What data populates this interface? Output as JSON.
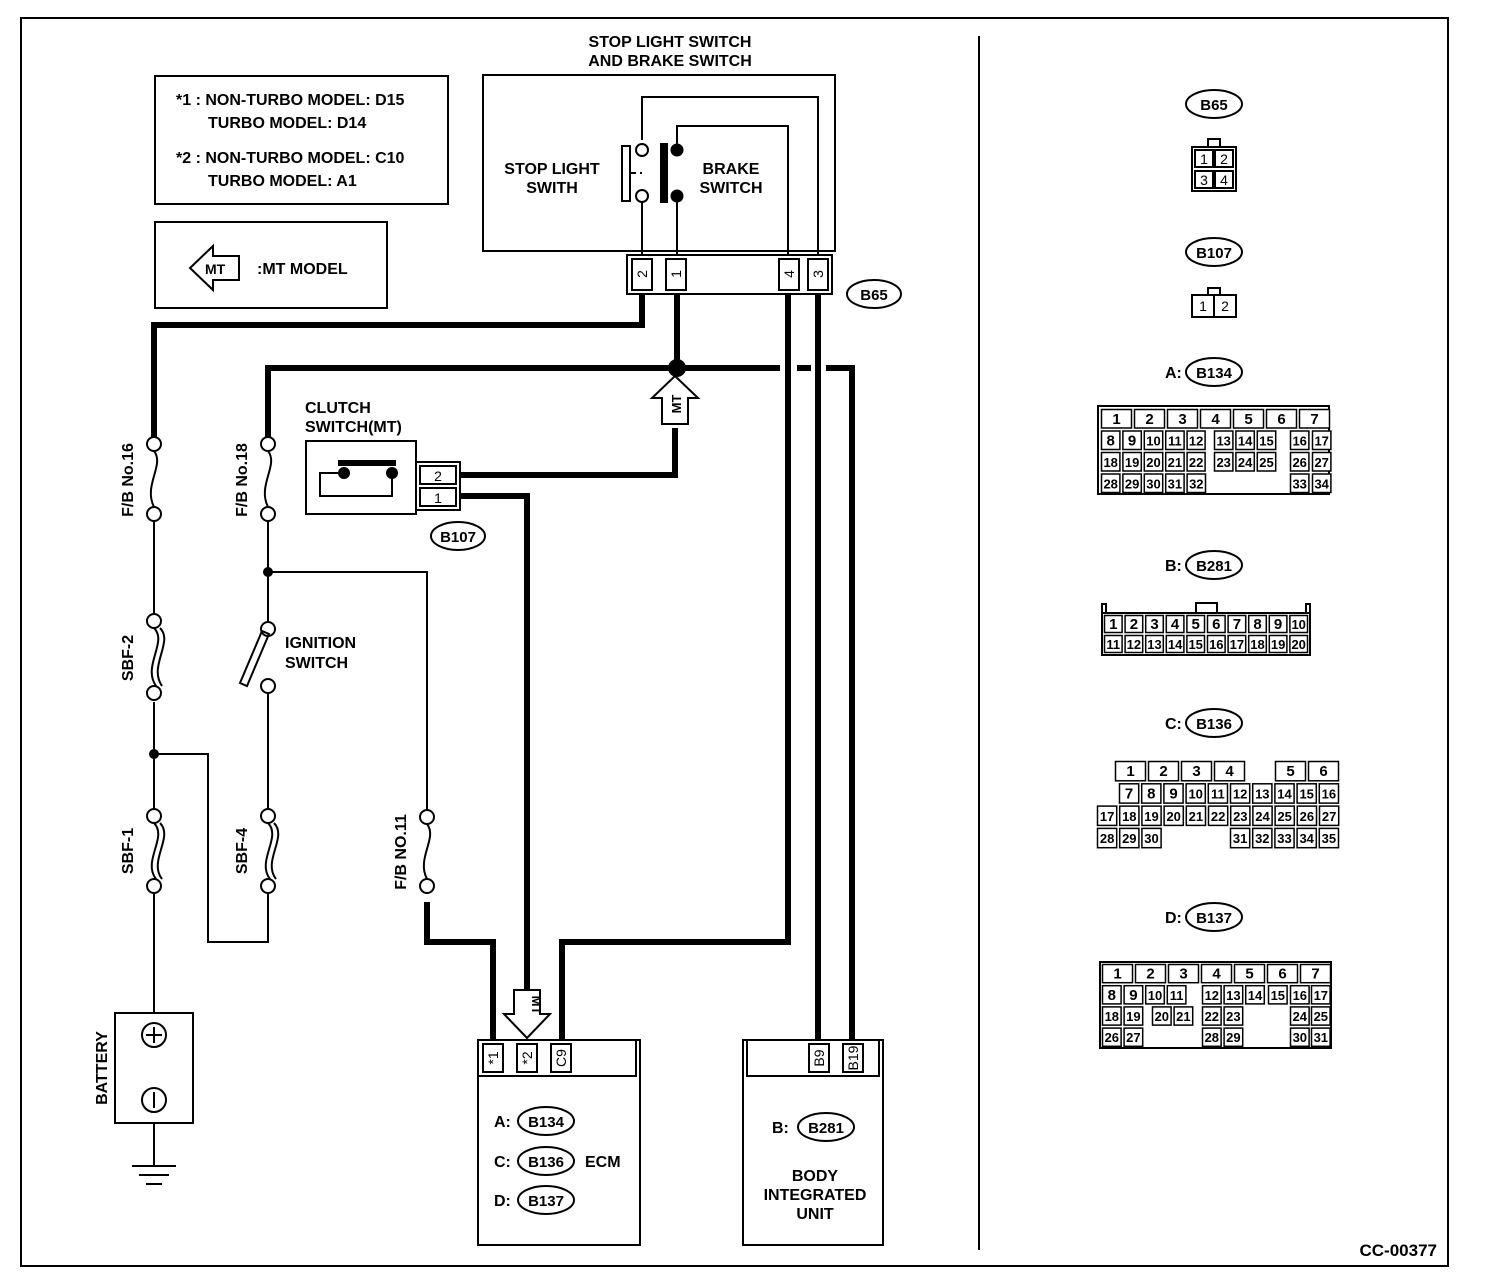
{
  "notes": {
    "line1": "*1 : NON-TURBO MODEL: D15",
    "line2": "TURBO MODEL: D14",
    "line3": "*2 : NON-TURBO MODEL: C10",
    "line4": "TURBO MODEL: A1"
  },
  "mt_legend": {
    "arrow_text": "MT",
    "label": ":MT MODEL"
  },
  "stop_switch": {
    "title1": "STOP LIGHT SWITCH",
    "title2": "AND BRAKE SWITCH",
    "stop1": "STOP LIGHT",
    "stop2": "SWITH",
    "brake1": "BRAKE",
    "brake2": "SWITCH",
    "pins": [
      "2",
      "1",
      "4",
      "3"
    ],
    "connector": "B65"
  },
  "clutch": {
    "title1": "CLUTCH",
    "title2": "SWITCH(MT)",
    "pins": [
      "2",
      "1"
    ],
    "connector": "B107"
  },
  "fuses": {
    "fb16": "F/B  No.16",
    "fb18": "F/B  No.18",
    "fb11": "F/B  NO.11",
    "sbf2": "SBF-2",
    "sbf1": "SBF-1",
    "sbf4": "SBF-4"
  },
  "ignition": {
    "line1": "IGNITION",
    "line2": "SWITCH"
  },
  "battery": {
    "label": "BATTERY",
    "plus": "+",
    "minus": "−"
  },
  "mt_arrows": [
    "MT",
    "MT"
  ],
  "ecm": {
    "pins": [
      "*1",
      "*2",
      "C9"
    ],
    "conn_a_prefix": "A:",
    "conn_a": "B134",
    "conn_c_prefix": "C:",
    "conn_c": "B136",
    "conn_d_prefix": "D:",
    "conn_d": "B137",
    "label": "ECM"
  },
  "biu": {
    "pins": [
      "B9",
      "B19"
    ],
    "conn_prefix": "B:",
    "conn": "B281",
    "line1": "BODY",
    "line2": "INTEGRATED",
    "line3": "UNIT"
  },
  "right_panel": {
    "b65": {
      "label": "B65",
      "rows": [
        [
          "1",
          "2"
        ],
        [
          "3",
          "4"
        ]
      ]
    },
    "b107": {
      "label": "B107",
      "rows": [
        [
          "1",
          "2"
        ]
      ]
    },
    "a_b134": {
      "prefix": "A:",
      "label": "B134",
      "rows": [
        [
          "1",
          "2",
          "3",
          "4",
          "5",
          "6",
          "7"
        ],
        [
          "8",
          "9",
          "10",
          "11",
          "12",
          "13",
          "14",
          "15",
          "16",
          "17"
        ],
        [
          "18",
          "19",
          "20",
          "21",
          "22",
          "23",
          "24",
          "25",
          "26",
          "27"
        ],
        [
          "28",
          "29",
          "30",
          "31",
          "32",
          "33",
          "34"
        ]
      ]
    },
    "b_b281": {
      "prefix": "B:",
      "label": "B281",
      "rows": [
        [
          "1",
          "2",
          "3",
          "4",
          "5",
          "6",
          "7",
          "8",
          "9",
          "10"
        ],
        [
          "11",
          "12",
          "13",
          "14",
          "15",
          "16",
          "17",
          "18",
          "19",
          "20"
        ]
      ]
    },
    "c_b136": {
      "prefix": "C:",
      "label": "B136",
      "rows": [
        [
          "1",
          "2",
          "3",
          "4",
          "5",
          "6"
        ],
        [
          "7",
          "8",
          "9",
          "10",
          "11",
          "12",
          "13",
          "14",
          "15",
          "16"
        ],
        [
          "17",
          "18",
          "19",
          "20",
          "21",
          "22",
          "23",
          "24",
          "25",
          "26",
          "27"
        ],
        [
          "28",
          "29",
          "30",
          "31",
          "32",
          "33",
          "34",
          "35"
        ]
      ]
    },
    "d_b137": {
      "prefix": "D:",
      "label": "B137",
      "rows": [
        [
          "1",
          "2",
          "3",
          "4",
          "5",
          "6",
          "7"
        ],
        [
          "8",
          "9",
          "10",
          "11",
          "12",
          "13",
          "14",
          "15",
          "16",
          "17"
        ],
        [
          "18",
          "19",
          "20",
          "21",
          "22",
          "23",
          "24",
          "25"
        ],
        [
          "26",
          "27",
          "28",
          "29",
          "30",
          "31"
        ]
      ]
    }
  },
  "code": "CC-00377"
}
